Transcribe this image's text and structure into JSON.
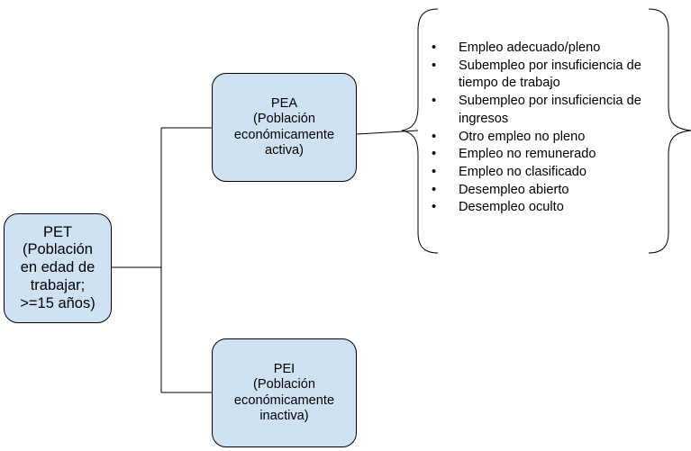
{
  "diagram": {
    "nodes": {
      "pet": {
        "label": "PET\n(Población\nen edad de\ntrabajar;\n>=15 años)",
        "fill": "#cfe2f3"
      },
      "pea": {
        "label": "PEA\n(Población\neconómicamente\nactiva)",
        "fill": "#cfe2f3"
      },
      "pei": {
        "label": "PEI\n(Población\neconómicamente\ninactiva)",
        "fill": "#cfe2f3"
      }
    },
    "edges": [
      {
        "from": "pet",
        "to": "pea"
      },
      {
        "from": "pet",
        "to": "pei"
      },
      {
        "from": "pea",
        "to": "pea_categories"
      }
    ],
    "pea_categories": [
      "Empleo adecuado/pleno",
      "Subempleo por insuficiencia de tiempo de trabajo",
      "Subempleo por insuficiencia de ingresos",
      "Otro empleo no pleno",
      "Empleo no remunerado",
      "Empleo no clasificado",
      "Desempleo abierto",
      "Desempleo oculto"
    ]
  }
}
